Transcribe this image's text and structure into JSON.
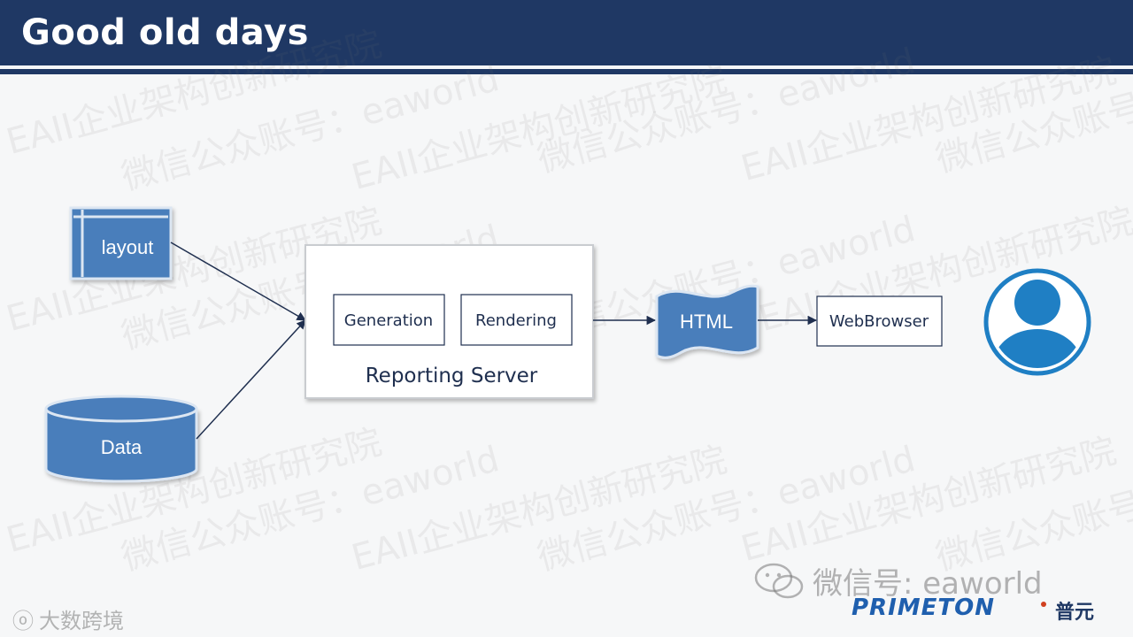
{
  "title": "Good old days",
  "nodes": {
    "layout": "layout",
    "data": "Data",
    "generation": "Generation",
    "rendering": "Rendering",
    "reporting_server": "Reporting Server",
    "html": "HTML",
    "web_browser": "WebBrowser"
  },
  "watermark": {
    "line_a": "微信公众账号：eaworld",
    "line_b": "EAII企业架构创新研究院"
  },
  "footer": {
    "wechat": "微信号: eaworld",
    "brand": "PRIMETON",
    "brand_cn": "普元",
    "bottom_left": "大数跨境"
  },
  "colors": {
    "title_bar": "#1f3864",
    "shape_fill": "#4a7ebb",
    "shape_stroke": "#dce6f2",
    "person": "#1f7fc4"
  }
}
